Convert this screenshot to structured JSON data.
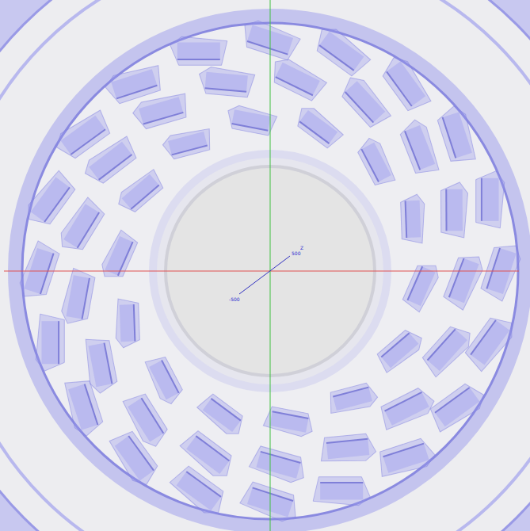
{
  "diagram": {
    "labels": [
      "Z",
      "500",
      "-500"
    ]
  }
}
